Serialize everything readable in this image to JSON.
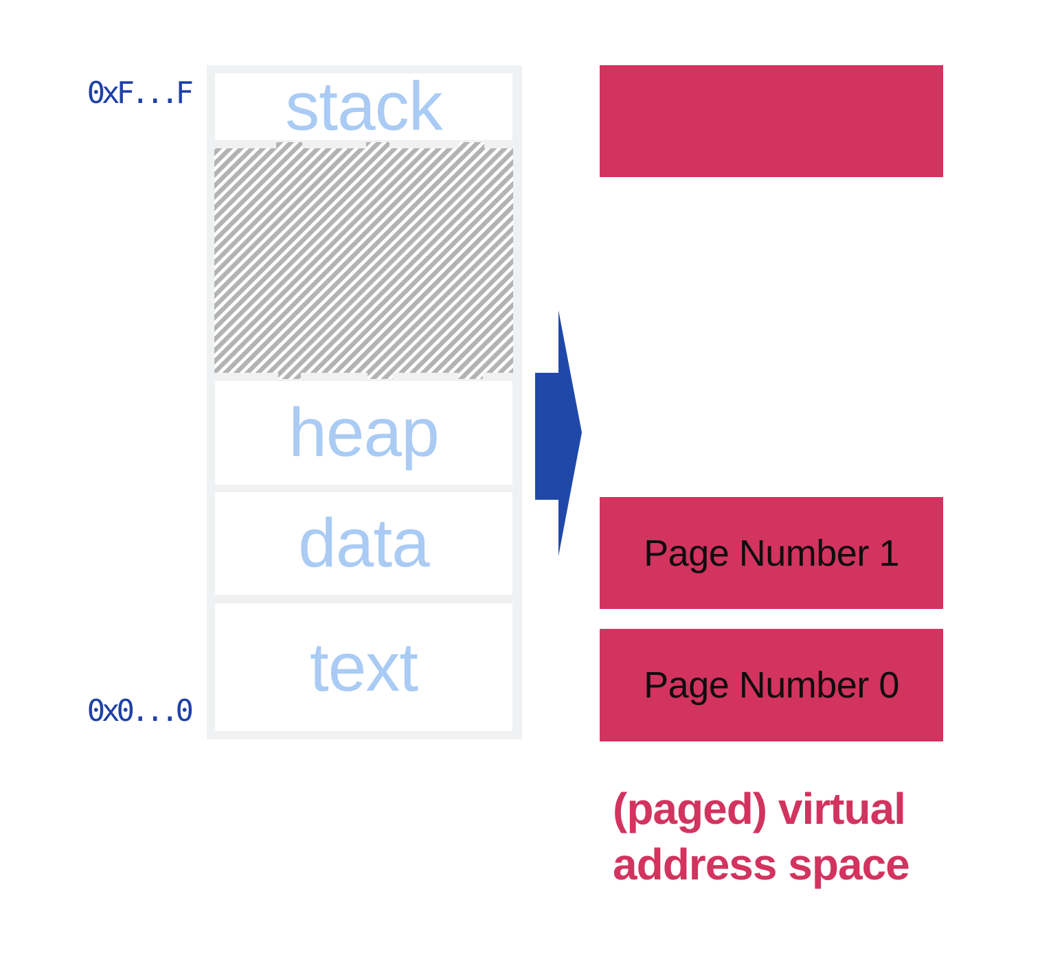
{
  "memory_map": {
    "address_top": "0xF...F",
    "address_bottom": "0x0...0",
    "sections": [
      {
        "label": "stack",
        "type": "white-box"
      },
      {
        "label": "",
        "type": "hatched-unused-region"
      },
      {
        "label": "heap",
        "type": "white-box"
      },
      {
        "label": "data",
        "type": "white-box"
      },
      {
        "label": "text",
        "type": "white-box"
      }
    ]
  },
  "arrow": {
    "icon": "right-arrow-icon",
    "color": "#1f48a8"
  },
  "pages": [
    {
      "label": ""
    },
    {
      "label": "Page Number 1"
    },
    {
      "label": "Page Number 0"
    }
  ],
  "caption": {
    "line1": "(paged) virtual",
    "line2": "address space"
  },
  "colors": {
    "page_box_pink": "#d2335f",
    "caption_pink": "#d2335f",
    "section_label_blue": "#a9cbf4",
    "address_blue": "#1e40a7",
    "arrow_blue": "#1f48a8",
    "hatch_gray": "#b3b3b3",
    "column_background_gray": "#f0f1f2",
    "page_label_text": "#0d0d0d"
  }
}
